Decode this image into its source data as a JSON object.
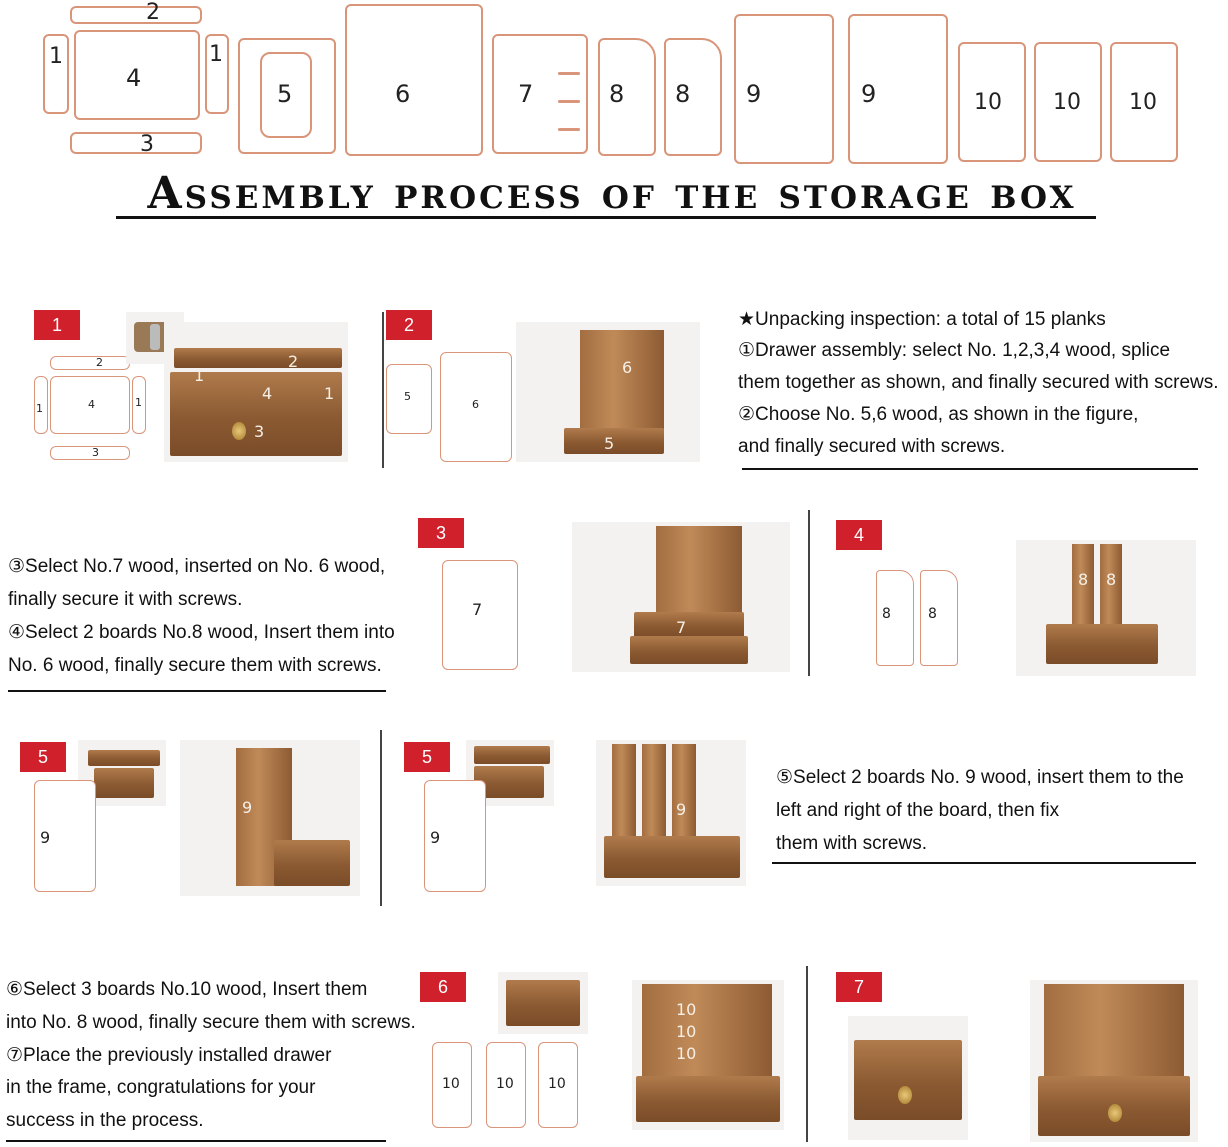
{
  "top_parts": {
    "p1a": "1",
    "p2": "2",
    "p1b": "1",
    "p4": "4",
    "p3": "3",
    "p5": "5",
    "p6": "6",
    "p7": "7",
    "p8a": "8",
    "p8b": "8",
    "p9a": "9",
    "p9b": "9",
    "p10a": "10",
    "p10b": "10",
    "p10c": "10"
  },
  "title": "Assembly process of the storage box",
  "steps": {
    "s1": {
      "badge": "1",
      "l2": "2",
      "l1a": "1",
      "l4": "4",
      "l1b": "1",
      "l3": "3",
      "w1": "1",
      "w2": "2",
      "w4": "4",
      "w1b": "1",
      "w3": "3"
    },
    "s2": {
      "badge": "2",
      "l5": "5",
      "l6": "6",
      "w6": "6",
      "w5": "5"
    },
    "s3": {
      "badge": "3",
      "l7": "7",
      "w7": "7"
    },
    "s4": {
      "badge": "4",
      "l8a": "8",
      "l8b": "8",
      "w8a": "8",
      "w8b": "8"
    },
    "s5a": {
      "badge": "5",
      "l9": "9",
      "w9": "9"
    },
    "s5b": {
      "badge": "5",
      "l9": "9",
      "w9": "9"
    },
    "s6": {
      "badge": "6",
      "l10a": "10",
      "l10b": "10",
      "l10c": "10",
      "w10a": "10",
      "w10b": "10",
      "w10c": "10"
    },
    "s7": {
      "badge": "7"
    }
  },
  "instructions": {
    "block1": [
      "★Unpacking inspection: a total of 15 planks",
      "①Drawer assembly: select No. 1,2,3,4 wood, splice",
      "them together as shown, and finally secured with screws.",
      "②Choose No. 5,6 wood, as shown in the figure,",
      "and finally secured with screws."
    ],
    "block2": [
      "③Select No.7 wood, inserted on No. 6 wood,",
      "finally secure it with screws.",
      "④Select 2 boards No.8 wood, Insert them into",
      "No. 6 wood, finally secure them with screws."
    ],
    "block3": [
      "⑤Select 2 boards No. 9 wood, insert them to the",
      "left and right of the board, then fix",
      "them with screws."
    ],
    "block4": [
      "⑥Select 3 boards No.10 wood, Insert them",
      "into No. 8 wood, finally secure them with screws.",
      "⑦Place the previously installed drawer",
      "in the frame, congratulations for your",
      "success in the process."
    ]
  },
  "colors": {
    "accent_red": "#d0202c",
    "outline": "#d9957a",
    "wood": "#8b5a32"
  }
}
